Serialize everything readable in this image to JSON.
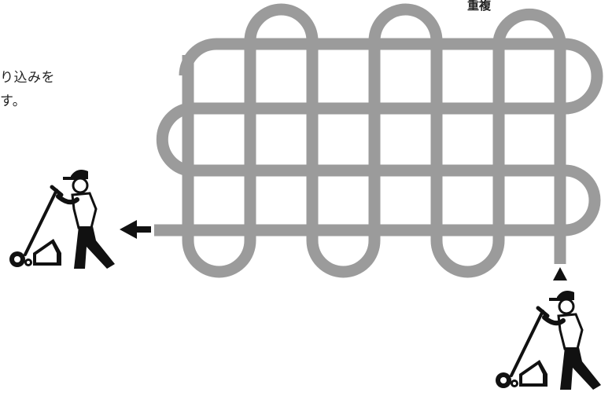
{
  "notes": {
    "line1": "り込みを",
    "line2": "す。",
    "overlap_label": "重複"
  },
  "colors": {
    "path": "#9b9b9b",
    "ink": "#111111",
    "background": "#ffffff"
  },
  "icons": {
    "exit_arrow": "left-arrow-icon",
    "start_marker": "up-triangle-icon",
    "worker": "lawn-mower-worker-icon"
  }
}
